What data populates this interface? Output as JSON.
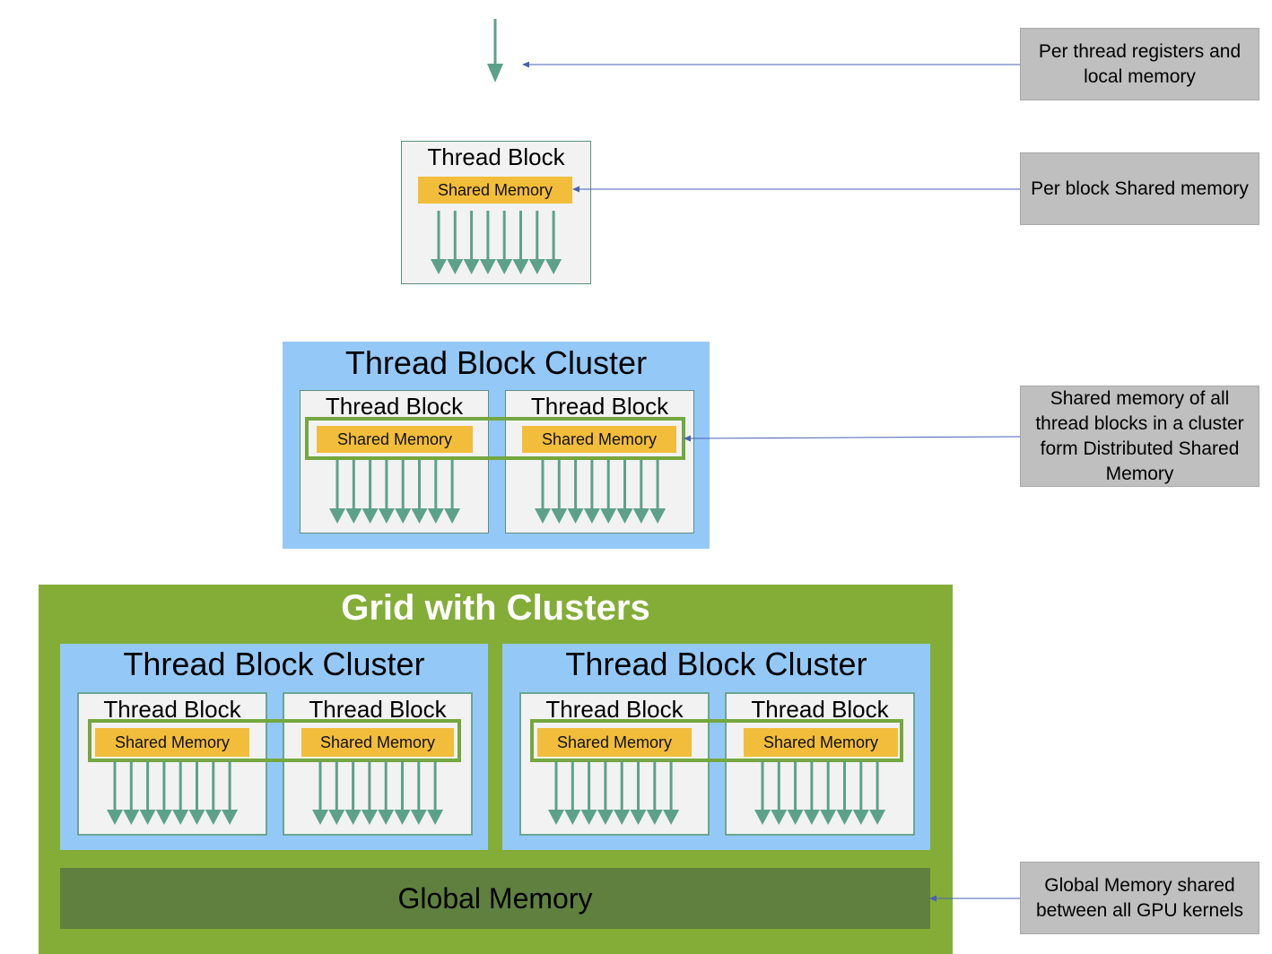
{
  "labels": {
    "thread_block": "Thread Block",
    "shared_memory": "Shared Memory",
    "thread_block_cluster": "Thread Block Cluster",
    "grid_with_clusters": "Grid with Clusters",
    "global_memory": "Global Memory"
  },
  "notes": {
    "registers": "Per thread registers and local memory",
    "block_shared": "Per block Shared memory",
    "distributed_shared": "Shared memory of all thread blocks in a cluster form Distributed Shared Memory",
    "global": "Global Memory shared between all GPU kernels"
  },
  "colors": {
    "thread_arrow": "#5da18a",
    "shared_memory": "#f2bd3a",
    "cluster": "#94c9f7",
    "grid": "#84ad38",
    "global_memory": "#5f803e",
    "distributed_frame": "#74a73f",
    "note": "#bfbfbf",
    "connector": "#4a5fb0"
  }
}
